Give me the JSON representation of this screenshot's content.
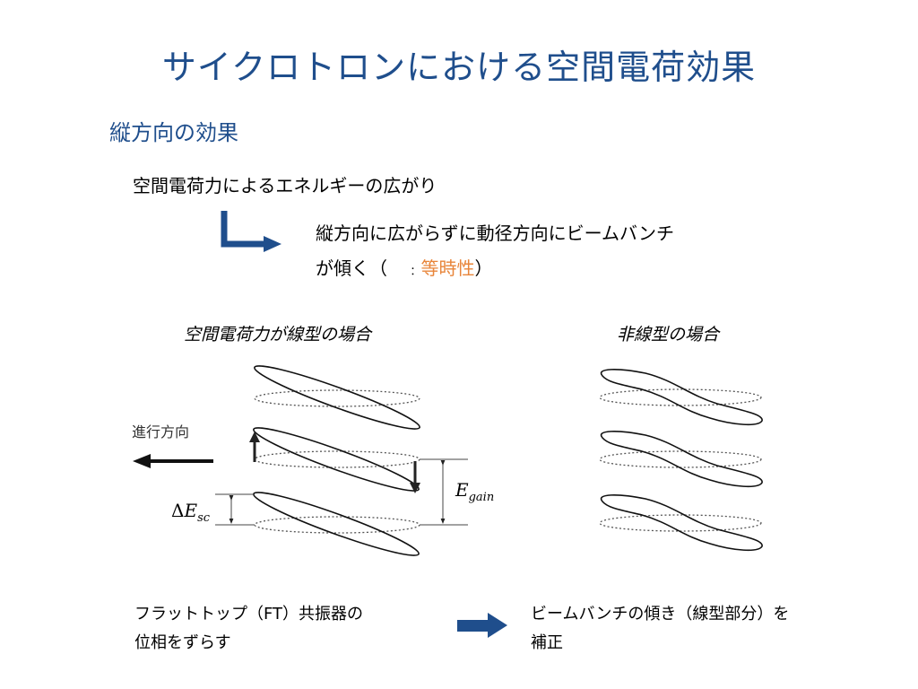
{
  "title": "サイクロトロンにおける空間電荷効果",
  "subtitle": "縦方向の効果",
  "effect": "空間電荷力によるエネルギーの広がり",
  "result": {
    "line1": "縦方向に広がらずに動径方向にビームバンチ",
    "line2_prefix": "が傾く（",
    "line2_colon": "：",
    "line2_highlight": "等時性",
    "line2_suffix": "）",
    "highlight_color": "#e8853a"
  },
  "captions": {
    "linear": "空間電荷力が線型の場合",
    "nonlinear": "非線型の場合"
  },
  "direction_label": "進行方向",
  "equations": {
    "gain_symbol": "E",
    "gain_sub": "gain",
    "sc_delta": "Δ",
    "sc_symbol": "E",
    "sc_sub": "sc"
  },
  "bottom_left": {
    "line1": "フラットトップ（FT）共振器の",
    "line2": "位相をずらす"
  },
  "bottom_right": {
    "line1": "ビームバンチの傾き（線型部分）を",
    "line2": "補正"
  },
  "colors": {
    "title": "#1f4e8c",
    "arrow": "#1f4e8c"
  }
}
